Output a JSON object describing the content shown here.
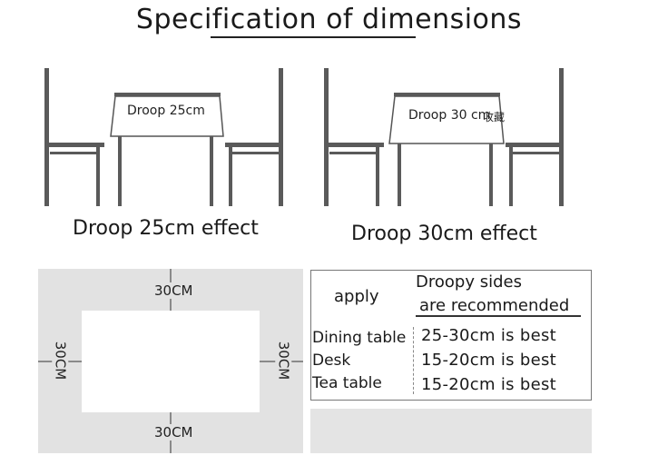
{
  "title": "Specification of dimensions",
  "scenes": [
    {
      "droop_label": "Droop 25cm",
      "caption": "Droop 25cm effect",
      "overlay": ""
    },
    {
      "droop_label": "Droop 30 cm",
      "caption": "Droop 30cm effect",
      "overlay": "收藏"
    }
  ],
  "dimension_diagram": {
    "top": "30CM",
    "bottom": "30CM",
    "left": "30CM",
    "right": "30CM"
  },
  "recommend_table": {
    "header_left": "apply",
    "header_right_line1": "Droopy sides",
    "header_right_line2": "are recommended",
    "rows": [
      {
        "item": "Dining table",
        "value": "25-30cm is best"
      },
      {
        "item": "Desk",
        "value": "15-20cm is best"
      },
      {
        "item": "Tea table",
        "value": "15-20cm is best"
      }
    ]
  }
}
